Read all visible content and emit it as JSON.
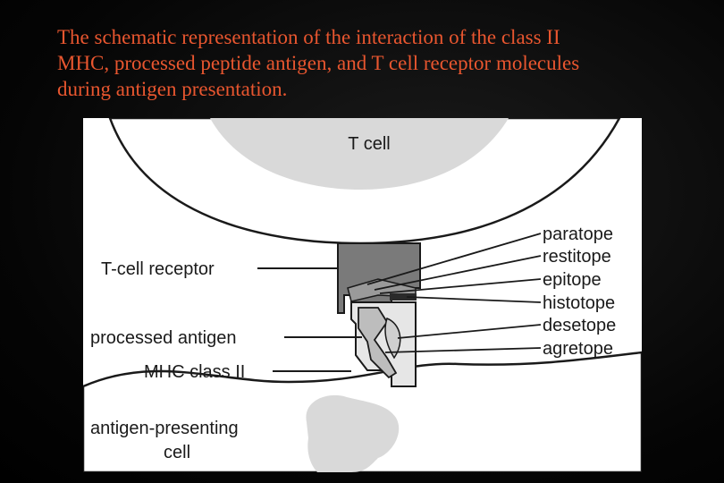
{
  "caption": {
    "line1": "The schematic representation of the interaction of the class II",
    "line2": "MHC, processed peptide antigen, and T cell receptor molecules",
    "line3": "during antigen presentation."
  },
  "diagram": {
    "t_cell": "T cell",
    "tcr": "T-cell receptor",
    "processed_antigen": "processed antigen",
    "mhc": "MHC class II",
    "apc_line1": "antigen-presenting",
    "apc_line2": "cell",
    "sites": {
      "paratope": "paratope",
      "restitope": "restitope",
      "epitope": "epitope",
      "histotope": "histotope",
      "desetope": "desetope",
      "agretope": "agretope"
    }
  }
}
